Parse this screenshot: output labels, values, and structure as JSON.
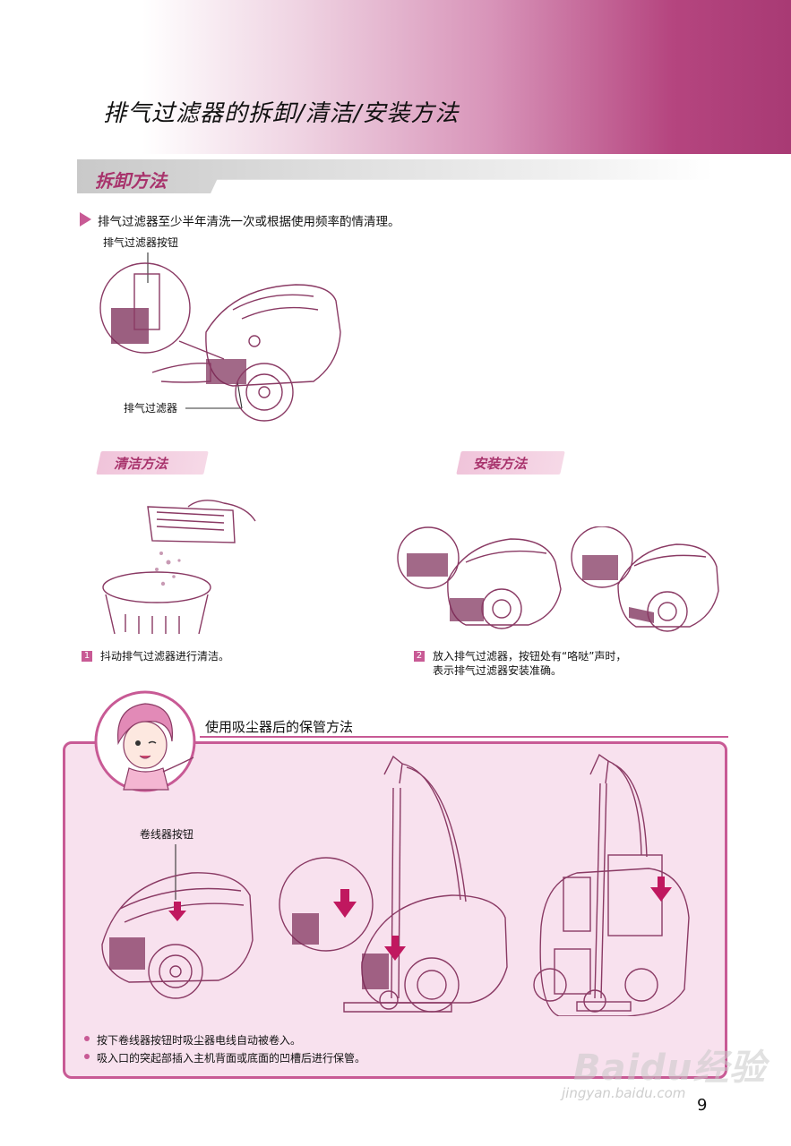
{
  "header": {
    "title": "排气过滤器的拆卸/清洁/安装方法"
  },
  "removal": {
    "section_title": "拆卸方法",
    "note": "排气过滤器至少半年清洗一次或根据使用频率酌情清理。",
    "label_button": "排气过滤器按钮",
    "label_filter": "排气过滤器"
  },
  "cleaning": {
    "title": "清洁方法",
    "step_number": "1",
    "step_text": "抖动排气过滤器进行清洁。"
  },
  "install": {
    "title": "安装方法",
    "step_number": "2",
    "step_text_line1": "放入排气过滤器，按钮处有“咯哒”声时，",
    "step_text_line2": "表示排气过滤器安装准确。"
  },
  "storage": {
    "title": "使用吸尘器后的保管方法",
    "label_reel_button": "卷线器按钮",
    "bullets": [
      "按下卷线器按钮时吸尘器电线自动被卷入。",
      "吸入口的突起部插入主机背面或底面的凹槽后进行保管。"
    ]
  },
  "page_number": "9",
  "watermark": {
    "brand": "Baidu经验",
    "url": "jingyan.baidu.com"
  },
  "colors": {
    "accent": "#c85a95",
    "title_magenta": "#a8336c",
    "panel_bg": "#f8e1ee"
  }
}
